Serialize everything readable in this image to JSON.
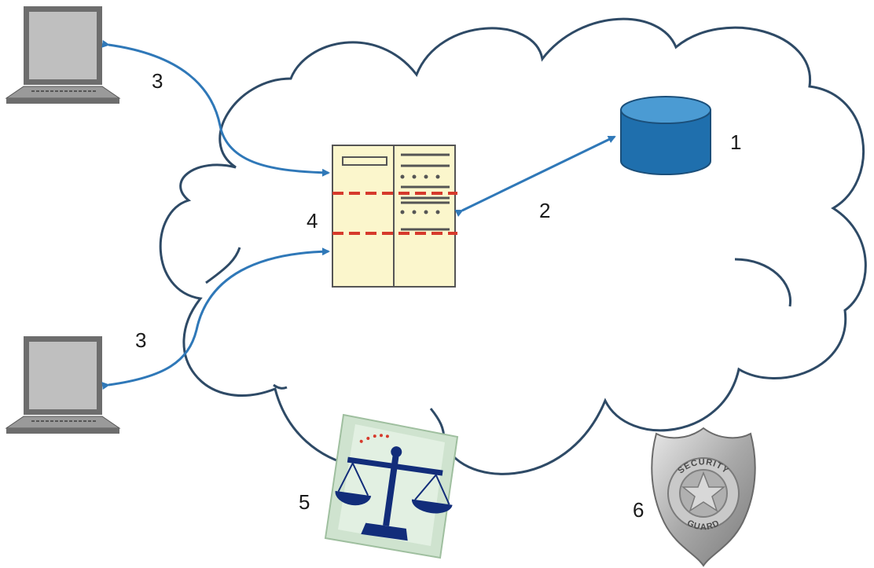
{
  "labels": {
    "database": "1",
    "link_server_database": "2",
    "client_top": "3",
    "client_bottom": "3",
    "server": "4",
    "legal": "5",
    "security": "6"
  },
  "badge_text": {
    "top": "SECURITY",
    "bottom": "GUARD"
  },
  "colors": {
    "cloud_stroke": "#2e4a66",
    "arrow": "#2f78b8",
    "database_fill": "#1f6fad",
    "database_top": "#4b9bd3",
    "server_fill": "#fbf6cc",
    "server_stroke": "#555555",
    "dash_line": "#d63a2c",
    "laptop_screen": "#bfbfbf",
    "laptop_body": "#6d6d6d",
    "scale_fill": "#122d7a",
    "scale_paper": "#cfe3cf",
    "badge_fill": "#b8b8b8"
  },
  "icons": {
    "database": "database-icon",
    "server": "server-rack-icon",
    "laptop": "laptop-icon",
    "legal": "scales-of-justice-icon",
    "security": "security-badge-icon"
  }
}
